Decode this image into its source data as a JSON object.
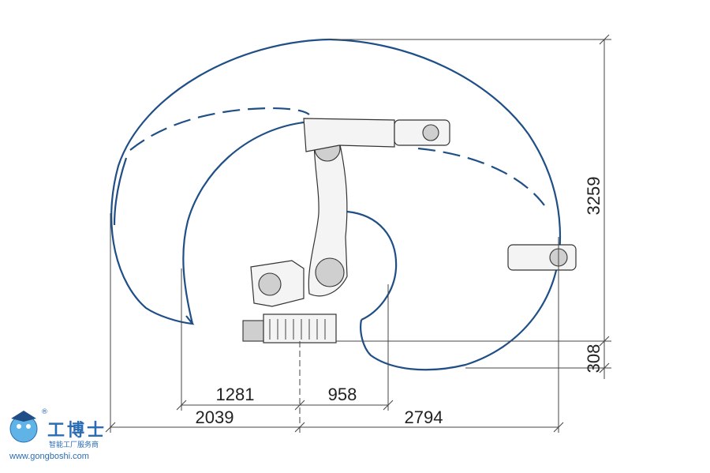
{
  "dimensions": {
    "reach_height": "3259",
    "base_offset": "308",
    "inner_left": "1281",
    "inner_right": "958",
    "outer_left": "2039",
    "outer_right": "2794"
  },
  "watermark": {
    "brand": "工博士",
    "subtitle": "智能工厂服务商",
    "url": "www.gongboshi.com",
    "mark": "®"
  },
  "colors": {
    "envelope": "#1f4f86",
    "dimension_lines": "#444444",
    "brand": "#2a6db5"
  }
}
